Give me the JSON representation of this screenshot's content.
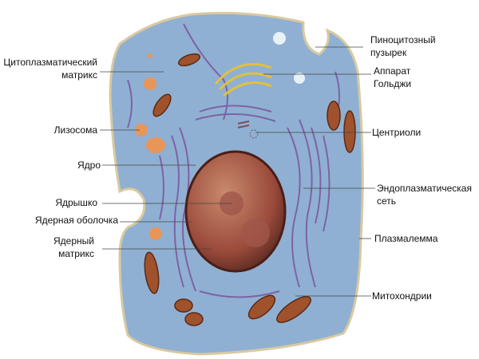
{
  "labels": {
    "cytoplasmic_matrix": [
      "Цитоплазматический",
      "матрикс"
    ],
    "lysosome": "Лизосома",
    "nucleus": "Ядро",
    "nucleolus": "Ядрышко",
    "nuclear_envelope": "Ядерная оболочка",
    "nuclear_matrix": [
      "Ядерный",
      "матрикс"
    ],
    "pinocytic_vesicle": [
      "Пиноцитозный",
      "пузырек"
    ],
    "golgi": [
      "Аппарат",
      "Гольджи"
    ],
    "centrioles": "Центриоли",
    "er": [
      "Эндоплазматическая",
      "сеть"
    ],
    "plasmalemma": "Плазмалемма",
    "mitochondria": "Митохондрии"
  },
  "colors": {
    "cytoplasm": "#8fb0d2",
    "membrane": "#d8c9a0",
    "nucleus": "#9a4a3a",
    "er": "#7a4f9a",
    "mitochondria": "#a0522d",
    "lysosome": "#e8955a"
  }
}
